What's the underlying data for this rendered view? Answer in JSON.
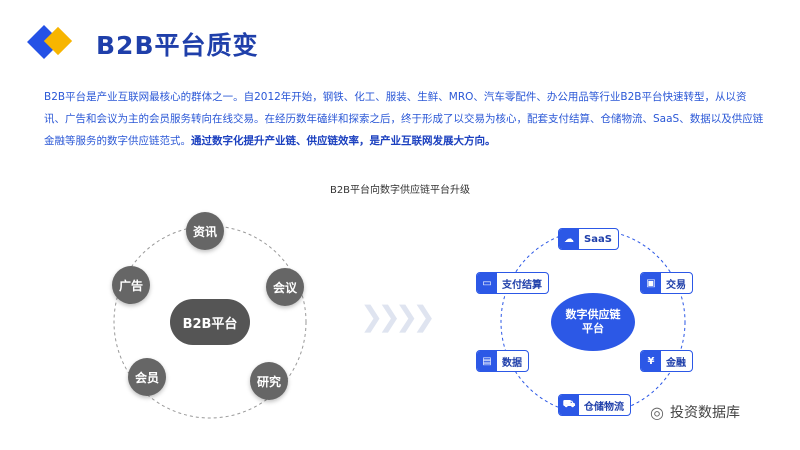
{
  "header": {
    "title": "B2B平台质变"
  },
  "paragraph": {
    "text": "B2B平台是产业互联网最核心的群体之一。自2012年开始，钢铁、化工、服装、生鲜、MRO、汽车零配件、办公用品等行业B2B平台快速转型，从以资讯、广告和会议为主的会员服务转向在线交易。在经历数年磕绊和探索之后，终于形成了以交易为核心，配套支付结算、仓储物流、SaaS、数据以及供应链金融等服务的数字供应链范式。",
    "bold": "通过数字化提升产业链、供应链效率，是产业互联网发展大方向。"
  },
  "subtitle": "B2B平台向数字供应链平台升级",
  "old_platform": {
    "center": "B2B平台",
    "nodes": [
      "资讯",
      "会议",
      "研究",
      "会员",
      "广告"
    ]
  },
  "arrows": "❯❯❯❯",
  "new_platform": {
    "center_line1": "数字供应链",
    "center_line2": "平台",
    "items": [
      {
        "label": "SaaS",
        "icon": "☁"
      },
      {
        "label": "交易",
        "icon": "▣"
      },
      {
        "label": "金融",
        "icon": "¥"
      },
      {
        "label": "仓储物流",
        "icon": "⛟"
      },
      {
        "label": "数据",
        "icon": "▤"
      },
      {
        "label": "支付结算",
        "icon": "▭"
      }
    ]
  },
  "watermark": {
    "icon": "wechat-icon",
    "text": "投资数据库"
  }
}
